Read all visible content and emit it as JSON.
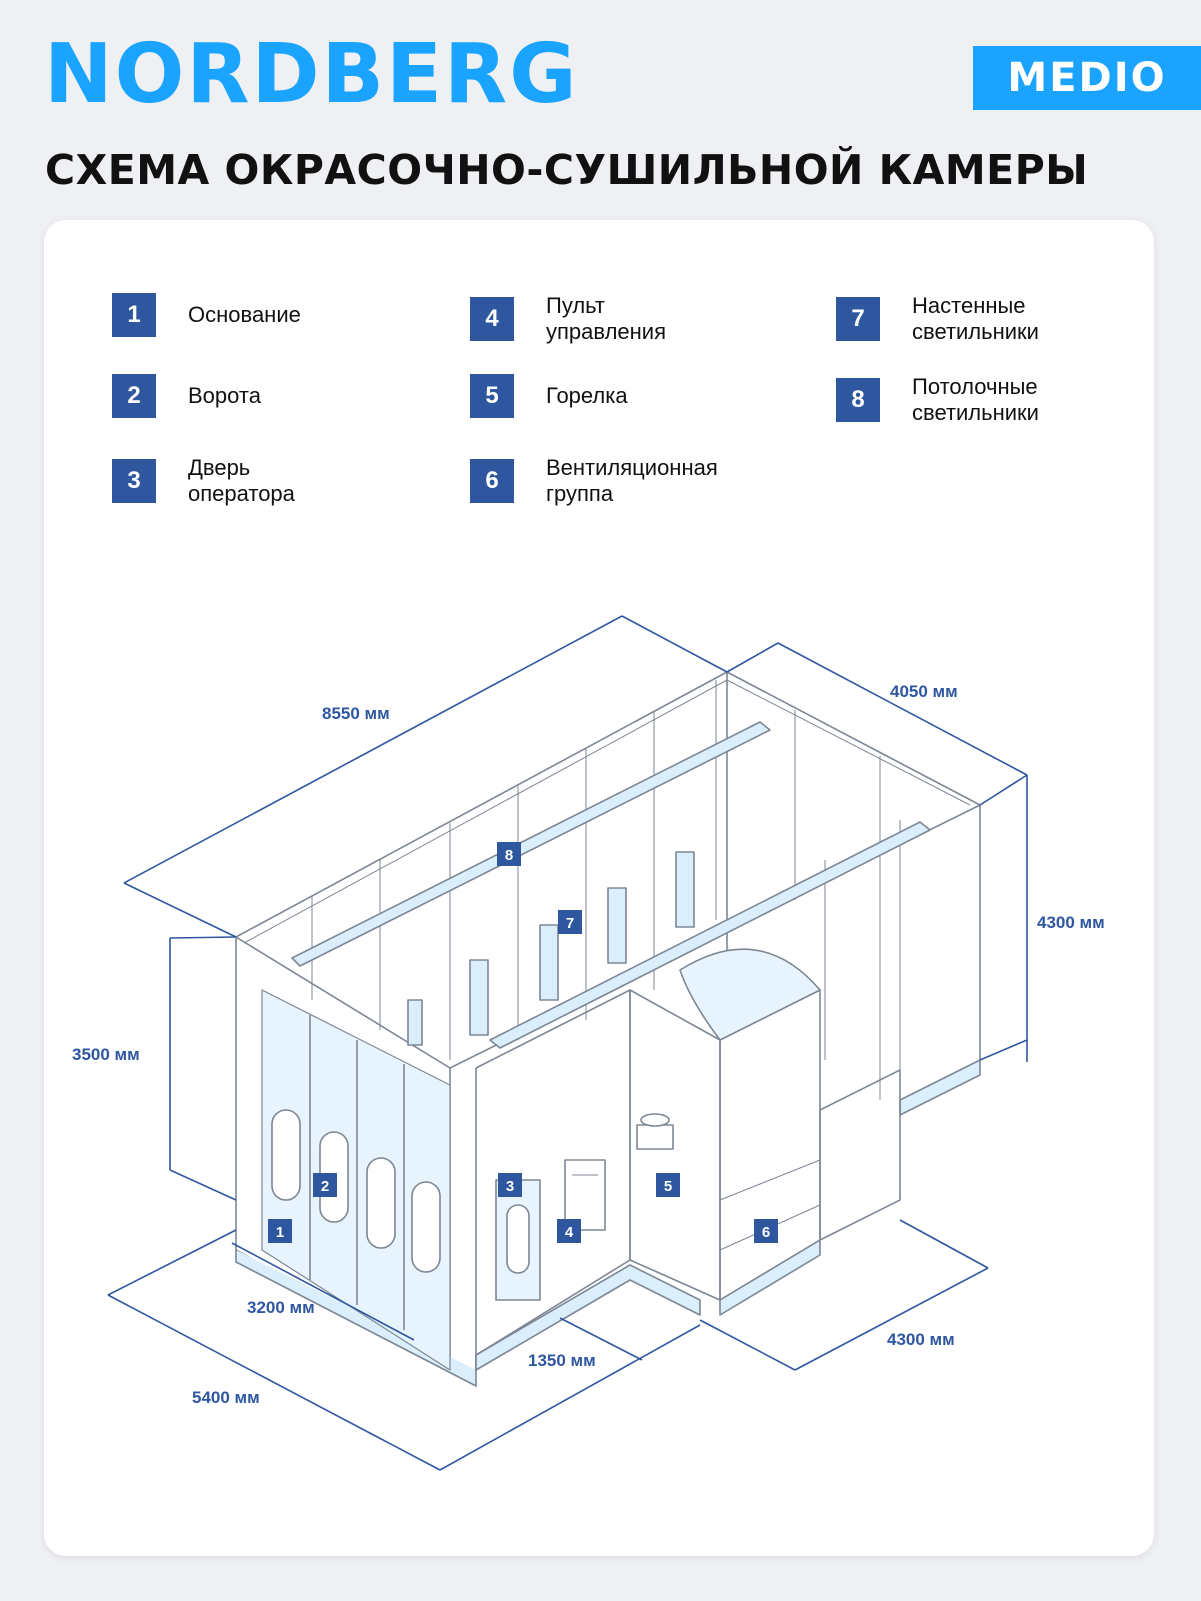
{
  "header": {
    "brand": "NORDBERG",
    "badge": "MEDIO",
    "title": "СХЕМА ОКРАСОЧНО-СУШИЛЬНОЙ КАМЕРЫ"
  },
  "legend": [
    {
      "num": "1",
      "label": "Основание"
    },
    {
      "num": "2",
      "label": "Ворота"
    },
    {
      "num": "3",
      "label": "Дверь оператора"
    },
    {
      "num": "4",
      "label": "Пульт управления"
    },
    {
      "num": "5",
      "label": "Горелка"
    },
    {
      "num": "6",
      "label": "Вентиляционная группа"
    },
    {
      "num": "7",
      "label": "Настенные светильники"
    },
    {
      "num": "8",
      "label": "Потолочные светильники"
    }
  ],
  "dimensions": {
    "length": "8550 мм",
    "width_back": "4050 мм",
    "height_right": "4300 мм",
    "gate_height": "3500 мм",
    "gate_width": "3200 мм",
    "front_width": "5400 мм",
    "step_width": "1350 мм",
    "vent_length": "4300 мм"
  },
  "colors": {
    "brand": "#1aa3ff",
    "tag": "#2e57a0",
    "line": "#7d8794",
    "glass": "#dbeefc"
  }
}
